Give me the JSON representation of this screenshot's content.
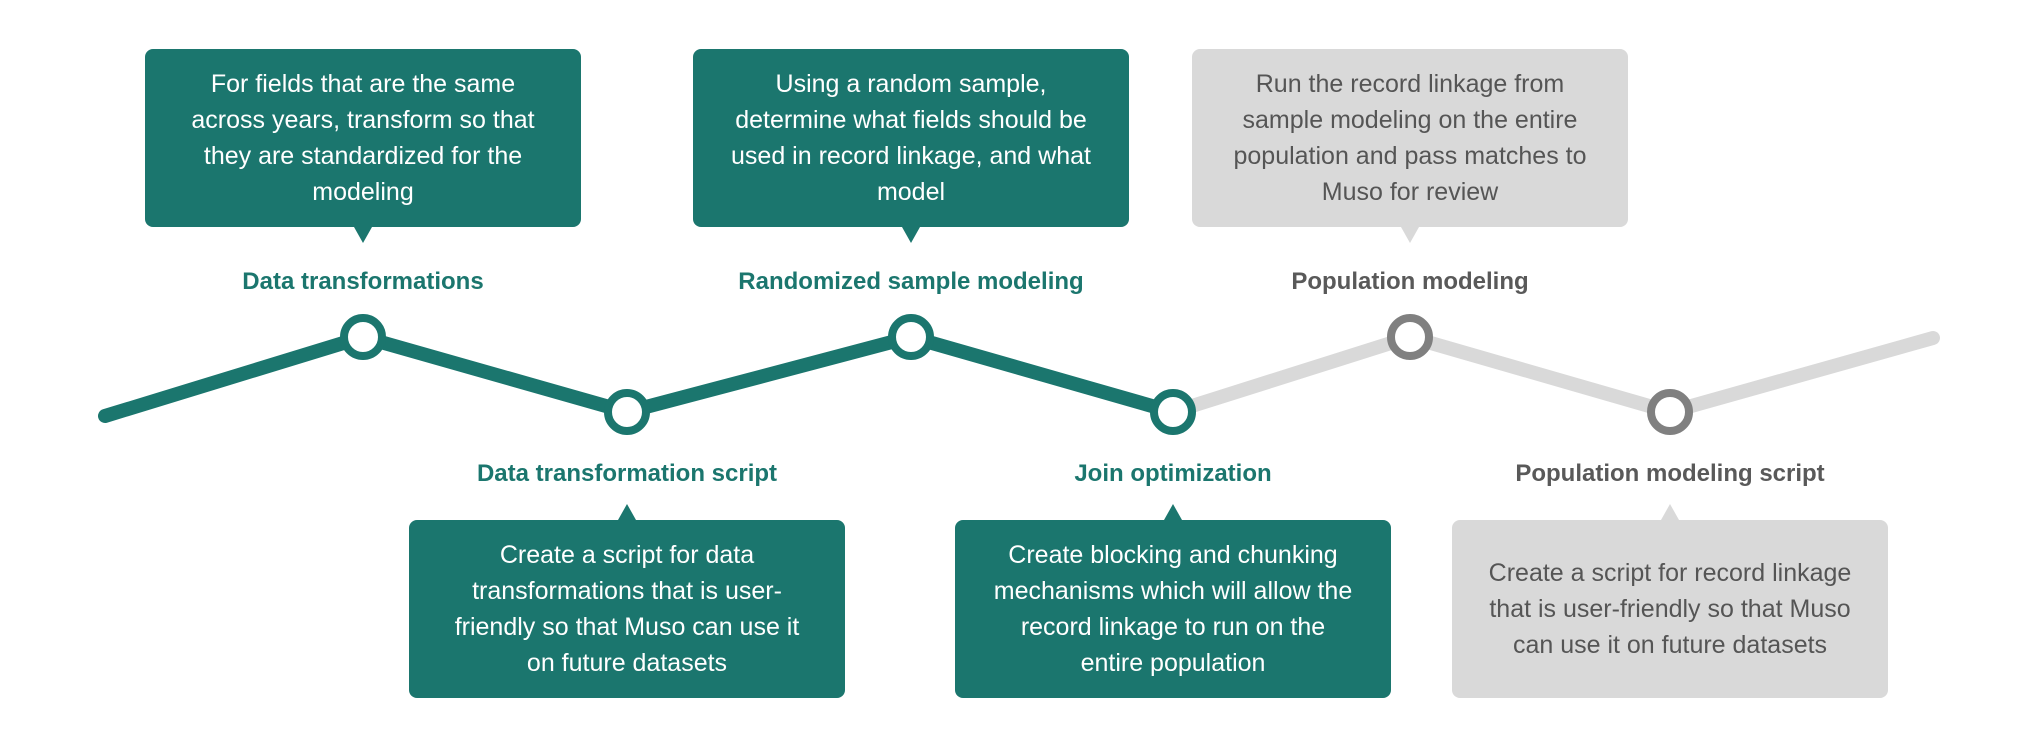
{
  "colors": {
    "done": "#1b766e",
    "todo": "#d9d9d9",
    "todo_marker": "#808080",
    "todo_title": "#595959",
    "todo_text": "#555555"
  },
  "stages": [
    {
      "title": "Data transformations",
      "description": "For fields that are the same across years, transform so that they are standardized for the modeling",
      "status": "done",
      "position": "peak"
    },
    {
      "title": "Data transformation script",
      "description": "Create a script for data transformations that is user-friendly so that Muso can use it on future datasets",
      "status": "done",
      "position": "valley"
    },
    {
      "title": "Randomized sample modeling",
      "description": "Using a random sample, determine what fields should be used in record linkage, and what model",
      "status": "done",
      "position": "peak"
    },
    {
      "title": "Join optimization",
      "description": "Create blocking and chunking mechanisms which will allow the record linkage to run on the entire population",
      "status": "done",
      "position": "valley"
    },
    {
      "title": "Population modeling",
      "description": "Run the record linkage from sample modeling on the entire population and pass matches to Muso for review",
      "status": "todo",
      "position": "peak"
    },
    {
      "title": "Population modeling script",
      "description": "Create a script for record linkage that is user-friendly so that Muso can use it on future datasets",
      "status": "todo",
      "position": "valley"
    }
  ]
}
